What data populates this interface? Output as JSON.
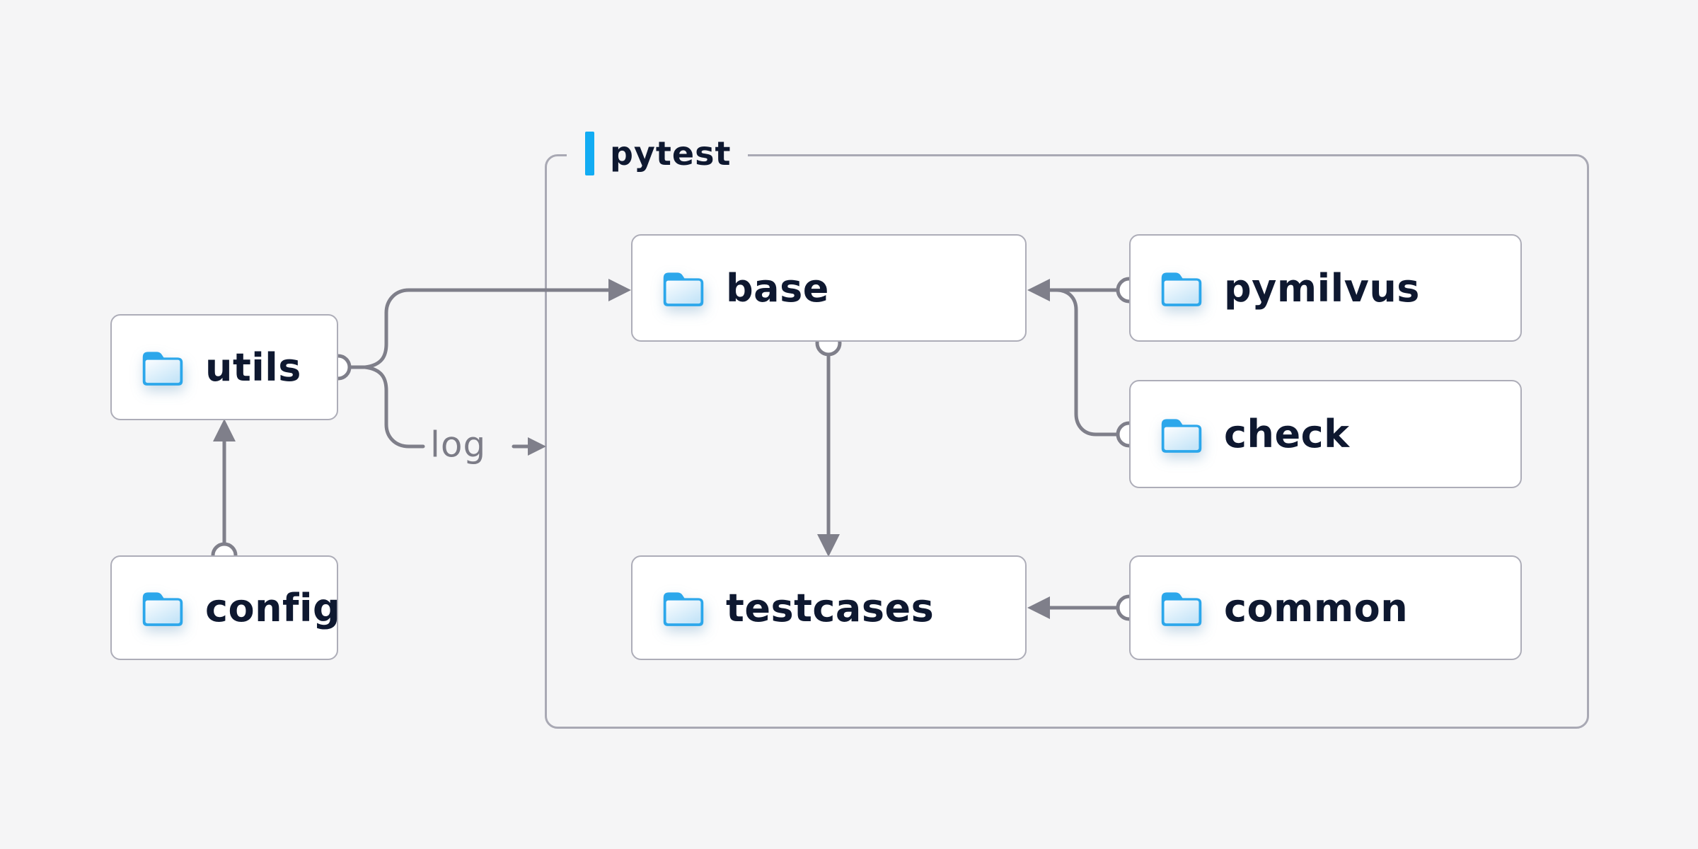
{
  "diagram": {
    "group": {
      "label": "pytest"
    },
    "nodes": {
      "utils": {
        "label": "utils"
      },
      "config": {
        "label": "config"
      },
      "base": {
        "label": "base"
      },
      "pymilvus": {
        "label": "pymilvus"
      },
      "check": {
        "label": "check"
      },
      "testcases": {
        "label": "testcases"
      },
      "common": {
        "label": "common"
      }
    },
    "edges": {
      "config_utils": {
        "from": "config",
        "to": "utils"
      },
      "utils_base": {
        "from": "utils",
        "to": "base"
      },
      "utils_log": {
        "from": "utils",
        "to": "pytest group border",
        "label": "log"
      },
      "pymilvus_base": {
        "from": "pymilvus",
        "to": "base"
      },
      "check_base": {
        "from": "check",
        "to": "base"
      },
      "base_testcases": {
        "from": "base",
        "to": "testcases"
      },
      "common_testcases": {
        "from": "common",
        "to": "testcases"
      }
    },
    "colors": {
      "background": "#F5F5F6",
      "node_background": "#FFFFFF",
      "node_border": "#ADADB8",
      "group_border": "#A9A9B4",
      "line_gray": "#7F7F8A",
      "text_navy": "#0E1830",
      "accent_blue": "#12ACF3",
      "folder_blue": "#2CA7EB"
    }
  }
}
